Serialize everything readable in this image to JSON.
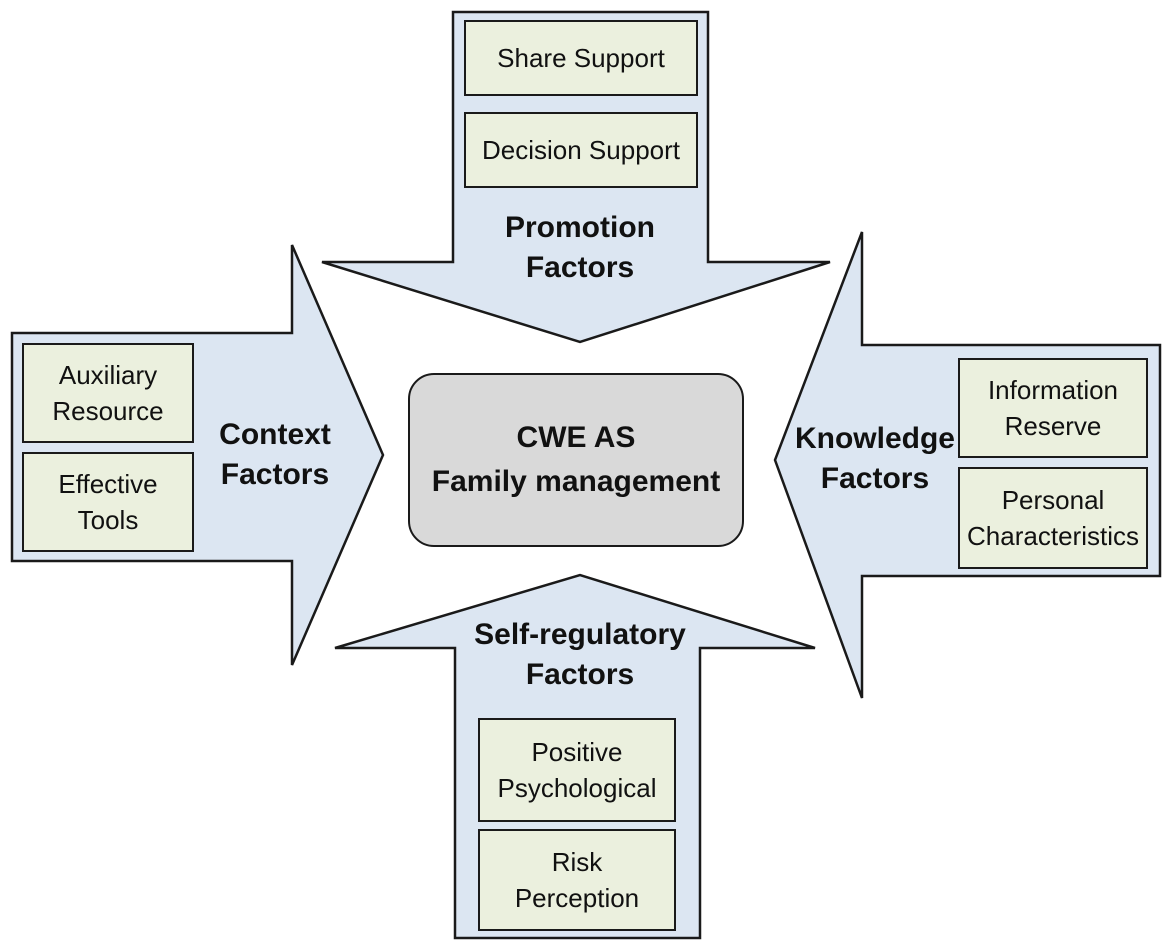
{
  "center": {
    "text": "CWE AS\nFamily management"
  },
  "promotion": {
    "title": "Promotion\nFactors",
    "items": [
      "Share Support",
      "Decision Support"
    ]
  },
  "context": {
    "title": "Context\nFactors",
    "items": [
      "Auxiliary\nResource",
      "Effective\nTools"
    ]
  },
  "knowledge": {
    "title": "Knowledge\nFactors",
    "items": [
      "Information\nReserve",
      "Personal\nCharacteristics"
    ]
  },
  "selfregulatory": {
    "title": "Self-regulatory\nFactors",
    "items": [
      "Positive\nPsychological",
      "Risk\nPerception"
    ]
  },
  "colors": {
    "arrow_fill": "#dce6f2",
    "box_fill": "#ebf0de",
    "center_fill": "#d9d9d9",
    "outline": "#1a1a1a"
  }
}
